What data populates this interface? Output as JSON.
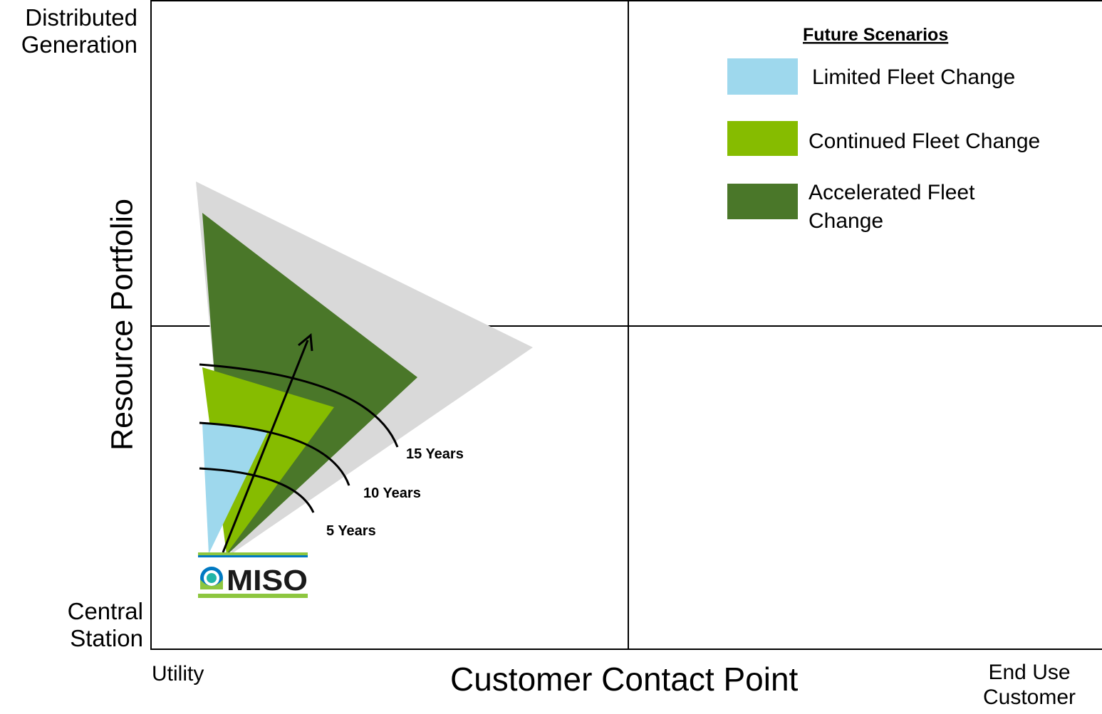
{
  "axes": {
    "y_title": "Resource Portfolio",
    "y_top_label": [
      "Distributed",
      "Generation"
    ],
    "y_bottom_label": [
      "Central",
      "Station"
    ],
    "x_title": "Customer Contact Point",
    "x_left_label": "Utility",
    "x_right_label": [
      "End Use",
      "Customer"
    ]
  },
  "legend": {
    "title": "Future Scenarios",
    "items": [
      {
        "label": [
          "Limited Fleet Change"
        ],
        "color": "#9ed8ed"
      },
      {
        "label": [
          "Continued Fleet Change"
        ],
        "color": "#86bc00"
      },
      {
        "label": [
          "Accelerated Fleet",
          "Change"
        ],
        "color": "#4a7729"
      }
    ]
  },
  "horizons": [
    "15 Years",
    "10 Years",
    "5 Years"
  ],
  "logo": {
    "text": "MISO"
  },
  "colors": {
    "range_gray": "#d9d9d9",
    "limited": "#9ed8ed",
    "continued": "#86bc00",
    "accelerated": "#4a7729",
    "axis": "#000000",
    "logo_green": "#8dc63f",
    "logo_blue": "#0079c2",
    "logo_teal": "#21b5a8"
  }
}
